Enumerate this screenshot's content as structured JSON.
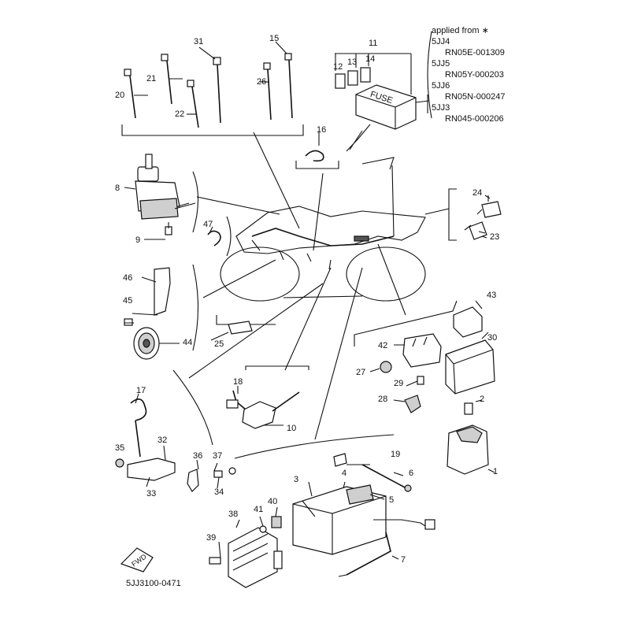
{
  "applied_note": {
    "header": "applied from  ∗",
    "entries": [
      {
        "model": "5JJ4",
        "serial": "RN05E-001309"
      },
      {
        "model": "5JJ5",
        "serial": "RN05Y-000203"
      },
      {
        "model": "5JJ6",
        "serial": "RN05N-000247"
      },
      {
        "model": "5JJ3",
        "serial": "RN045-000206"
      }
    ]
  },
  "fuse_label": "FUSE",
  "fwd_label": "FWD",
  "diagram_code": "5JJ3100-0471",
  "part_numbers": [
    "1",
    "2",
    "3",
    "4",
    "5",
    "6",
    "7",
    "8",
    "9",
    "10",
    "11",
    "12",
    "13",
    "14",
    "15",
    "16",
    "17",
    "18",
    "19",
    "20",
    "21",
    "22",
    "23",
    "24",
    "25",
    "26",
    "27",
    "28",
    "29",
    "30",
    "31",
    "32",
    "33",
    "34",
    "35",
    "36",
    "37",
    "38",
    "39",
    "40",
    "41",
    "42",
    "43",
    "44",
    "45",
    "46",
    "47"
  ]
}
